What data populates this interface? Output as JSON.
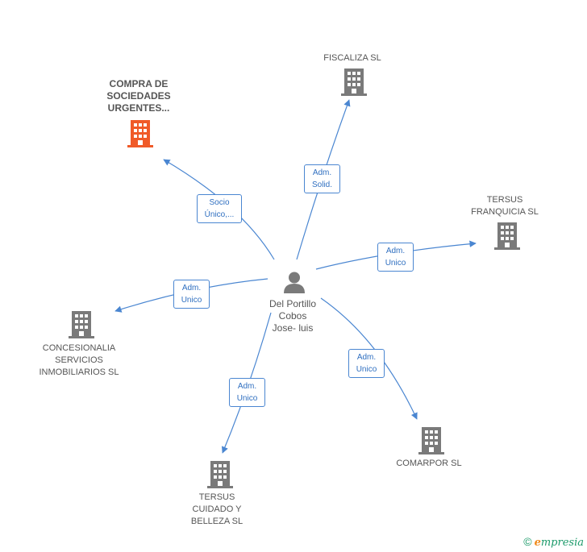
{
  "center": {
    "name": "Del Portillo\nCobos\nJose- luis",
    "icon": "person-icon"
  },
  "nodes": {
    "compra": {
      "label": "COMPRA DE\nSOCIEDADES\nURGENTES...",
      "icon": "building-icon",
      "color": "#f05a28"
    },
    "fiscaliza": {
      "label": "FISCALIZA SL",
      "icon": "building-icon",
      "color": "#7a7a7a"
    },
    "tersus_franquicia": {
      "label": "TERSUS\nFRANQUICIA SL",
      "icon": "building-icon",
      "color": "#7a7a7a"
    },
    "concesionalia": {
      "label": "CONCESIONALIA\nSERVICIOS\nINMOBILIARIOS SL",
      "icon": "building-icon",
      "color": "#7a7a7a"
    },
    "tersus_cuidado": {
      "label": "TERSUS\nCUIDADO Y\nBELLEZA SL",
      "icon": "building-icon",
      "color": "#7a7a7a"
    },
    "comarpor": {
      "label": "COMARPOR SL",
      "icon": "building-icon",
      "color": "#7a7a7a"
    }
  },
  "edges": {
    "compra": {
      "role": "Socio\nÚnico,..."
    },
    "fiscaliza": {
      "role": "Adm.\nSolid."
    },
    "tersus_franquicia": {
      "role": "Adm.\nUnico"
    },
    "concesionalia": {
      "role": "Adm.\nUnico"
    },
    "tersus_cuidado": {
      "role": "Adm.\nUnico"
    },
    "comarpor": {
      "role": "Adm.\nUnico"
    }
  },
  "colors": {
    "edge": "#4a86d1",
    "building": "#7a7a7a",
    "highlight": "#f05a28"
  },
  "footer": {
    "copyright": "©",
    "brand_e": "e",
    "brand_rest": "mpresia"
  }
}
